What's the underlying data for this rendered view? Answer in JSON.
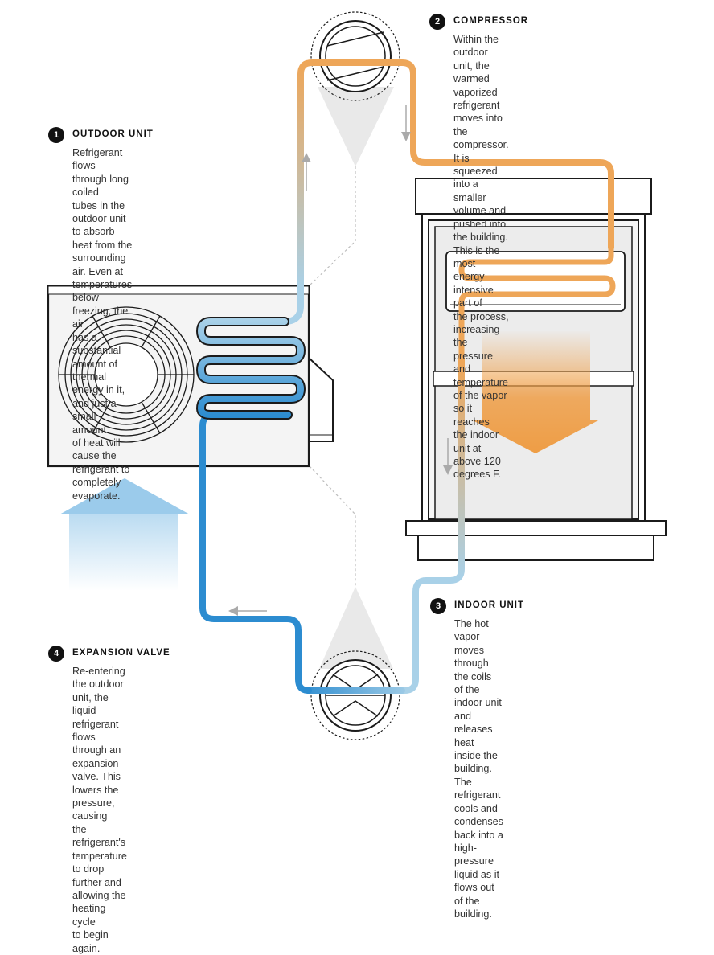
{
  "steps": [
    {
      "number": "1",
      "title": "OUTDOOR UNIT",
      "lines": [
        "Refrigerant flows through long coiled",
        "tubes in the outdoor unit to absorb",
        "heat from the surrounding air. Even at",
        "temperatures below freezing, the air",
        "has a substantial amount of thermal",
        "energy in it, and just a small amount",
        "of heat will cause the refrigerant to",
        "completely evaporate."
      ]
    },
    {
      "number": "2",
      "title": "COMPRESSOR",
      "lines": [
        "Within the outdoor unit, the warmed",
        "vaporized refrigerant moves into the",
        "compressor. It is squeezed into a smaller",
        "volume and pushed into the building.",
        "This is the most energy-intensive part of",
        "the process, increasing the pressure and",
        "temperature of the vapor so it reaches",
        "the indoor unit at above 120 degrees F."
      ]
    },
    {
      "number": "3",
      "title": "INDOOR UNIT",
      "lines": [
        "The hot vapor moves through the coils",
        "of the indoor unit and releases heat",
        "inside the building. The refrigerant",
        "cools and condenses back into a",
        "high-pressure liquid as it flows out",
        "of the building."
      ]
    },
    {
      "number": "4",
      "title": "EXPANSION VALVE",
      "lines": [
        "Re-entering the outdoor unit, the liquid",
        "refrigerant flows through an expansion",
        "valve. This lowers the pressure, causing",
        "the refrigerant's temperature to drop",
        "further and allowing the heating cycle",
        "to begin again."
      ]
    }
  ],
  "colors": {
    "hot": "#eea658",
    "cold": "#2c8cd0",
    "cool": "#a9d1e8",
    "air_in": "#9bcbeb",
    "heat_out": "#ee9d45",
    "outline": "#1b1b1b",
    "room": "#ececec"
  }
}
